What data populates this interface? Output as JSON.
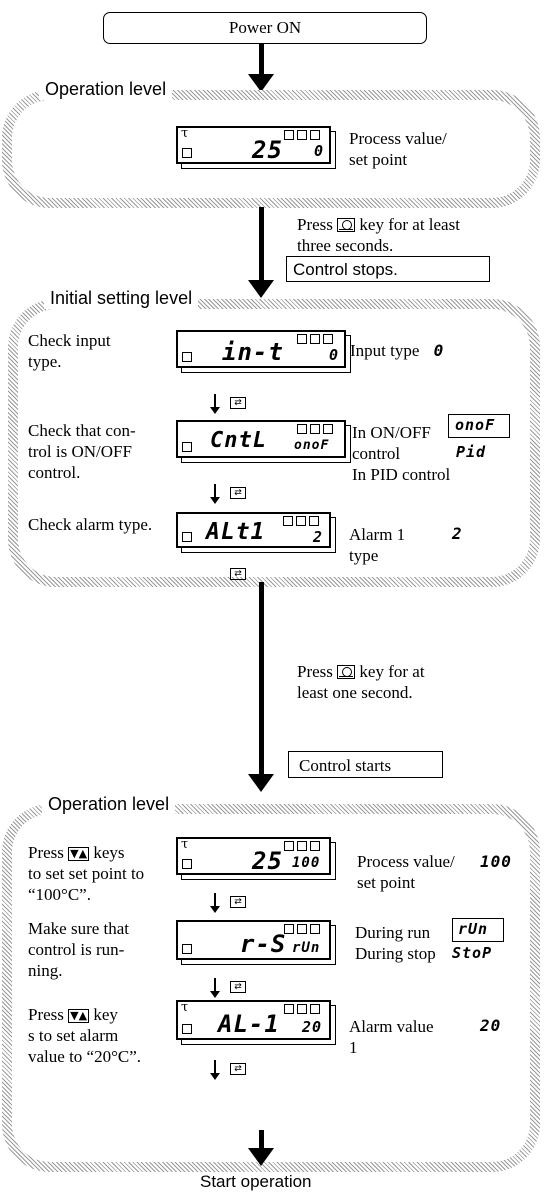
{
  "power_on": "Power ON",
  "operation_level_1": {
    "label": "Operation level",
    "display": {
      "main": "25",
      "sub": "0"
    },
    "desc_line1": "Process value/",
    "desc_line2": "set point"
  },
  "transition_1": {
    "press_before": "Press",
    "press_after": "key for at least",
    "line2": "three seconds.",
    "box": "Control stops."
  },
  "initial_setting_level": {
    "label": "Initial setting level",
    "rows": [
      {
        "left1": "Check input",
        "left2": "type.",
        "main": "in-t",
        "sub": "0",
        "right1": "Input type",
        "right_value": "0"
      },
      {
        "left1": "Check that con-",
        "left2": "trol is ON/OFF",
        "left3": "control.",
        "main": "CntL",
        "sub": "onoF",
        "right1": "In ON/OFF",
        "right2": "control",
        "right3": "In PID control",
        "right_val1": "onoF",
        "right_val2": "Pid"
      },
      {
        "left1": "Check alarm type.",
        "main": "ALt1",
        "sub": "2",
        "right1": "Alarm 1",
        "right2": "type",
        "right_value": "2"
      }
    ]
  },
  "transition_2": {
    "press_before": "Press",
    "press_after": "key for at",
    "line2": "least one second.",
    "box": "Control starts"
  },
  "operation_level_2": {
    "label": "Operation level",
    "rows": [
      {
        "left1_before": "Press",
        "left1_after": "keys",
        "left2": "to set set point to",
        "left3": "“100°C”.",
        "main": "25",
        "sub": "100",
        "right1": "Process value/",
        "right2": "set point",
        "right_value": "100"
      },
      {
        "left1": "Make sure that",
        "left2": "control is run-",
        "left3": "ning.",
        "main": "r-S",
        "sub": "rUn",
        "right1": "During run",
        "right2": "During stop",
        "right_val1": "rUn",
        "right_val2": "StoP"
      },
      {
        "left1_before": "Press",
        "left1_after": "key",
        "left2": "s to set alarm",
        "left3": "value to “20°C”.",
        "main": "AL-1",
        "sub": "20",
        "right1": "Alarm value",
        "right2": "1",
        "right_value": "20"
      }
    ]
  },
  "start_operation": "Start operation",
  "tau_symbol": "τ",
  "updown_symbol": "▼▲"
}
